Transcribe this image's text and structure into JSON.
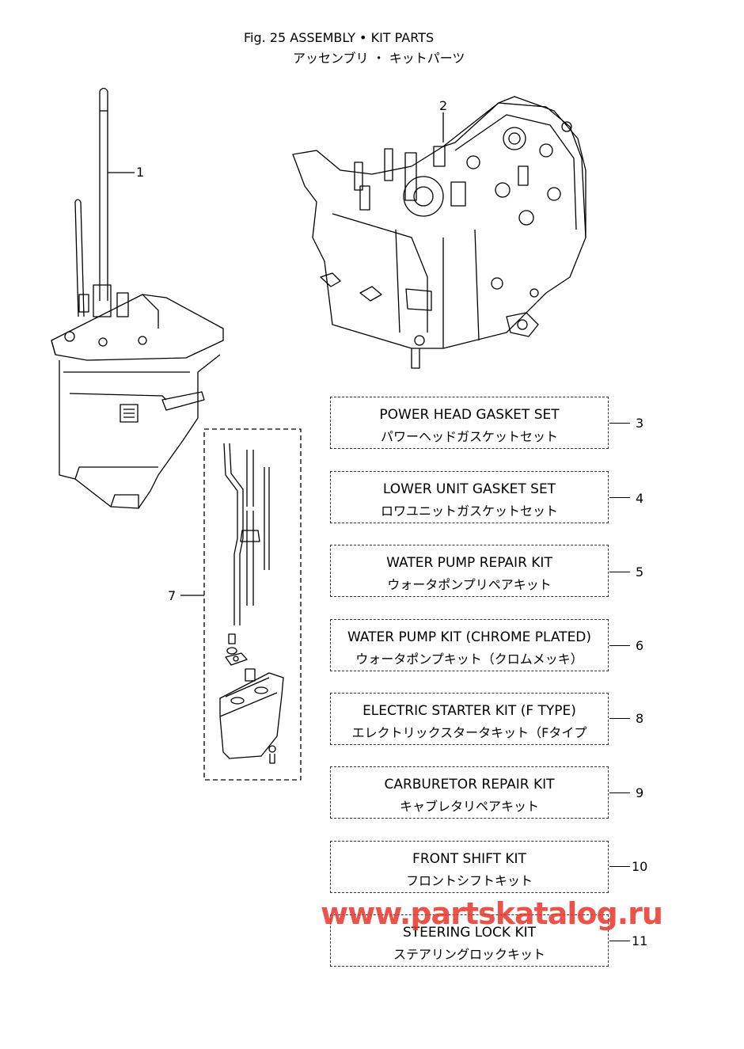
{
  "header": {
    "title_en": "Fig. 25  ASSEMBLY • KIT PARTS",
    "title_jp": "アッセンブリ ・ キットパーツ"
  },
  "callouts": {
    "lower_unit": "1",
    "power_head": "2",
    "lower_case_kit": "7"
  },
  "kits": [
    {
      "en": "POWER HEAD GASKET SET",
      "jp": "パワーヘッドガスケットセット",
      "ref": "3"
    },
    {
      "en": "LOWER UNIT GASKET SET",
      "jp": "ロワユニットガスケットセット",
      "ref": "4"
    },
    {
      "en": "WATER PUMP REPAIR KIT",
      "jp": "ウォータポンプリペアキット",
      "ref": "5"
    },
    {
      "en": "WATER PUMP KIT (CHROME PLATED)",
      "jp": "ウォータポンプキット（クロムメッキ）",
      "ref": "6"
    },
    {
      "en": "ELECTRIC STARTER KIT (F TYPE)",
      "jp": "エレクトリックスタータキット（Fタイプ",
      "ref": "8"
    },
    {
      "en": "CARBURETOR REPAIR KIT",
      "jp": "キャブレタリペアキット",
      "ref": "9"
    },
    {
      "en": "FRONT SHIFT KIT",
      "jp": "フロントシフトキット",
      "ref": "10"
    },
    {
      "en": "STEERING LOCK KIT",
      "jp": "ステアリングロックキット",
      "ref": "11"
    }
  ],
  "watermark": "www.partskatalog.ru"
}
